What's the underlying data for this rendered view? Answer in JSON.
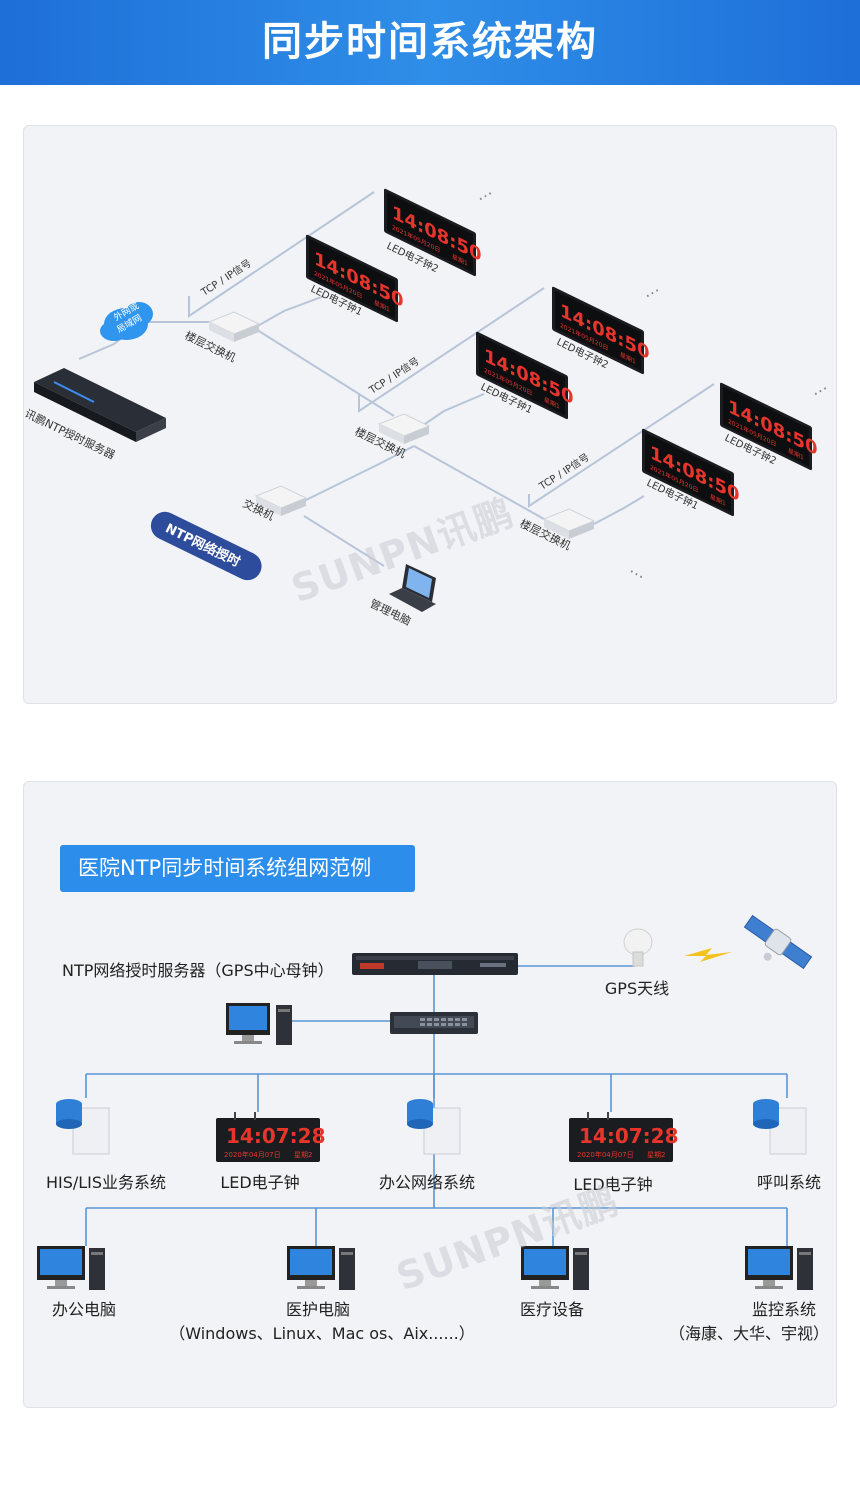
{
  "header": {
    "title": "同步时间系统架构"
  },
  "diagram1": {
    "server_label": "讯鹏NTP授时服务器",
    "cloud_label_1": "外网或",
    "cloud_label_2": "局域网",
    "ntp_badge": "NTP网络授时",
    "switch_labels": [
      "楼层交换机",
      "楼层交换机",
      "楼层交换机",
      "交换机"
    ],
    "tcp_label": "TCP / IP信号",
    "clock_time": "14:08:50",
    "clock_date": "2021年05月20日",
    "clock_week": "星期1",
    "led_clock_labels": [
      "LED电子钟1",
      "LED电子钟2"
    ],
    "pc_label": "管理电脑",
    "more": "…",
    "watermark": "SUNPN讯鹏"
  },
  "diagram2": {
    "banner": "医院NTP同步时间系统组网范例",
    "server_label": "NTP网络授时服务器（GPS中心母钟）",
    "gps_label": "GPS天线",
    "row1": [
      "HIS/LIS业务系统",
      "LED电子钟",
      "办公网络系统",
      "LED电子钟",
      "呼叫系统"
    ],
    "row2": [
      "办公电脑",
      "医护电脑",
      "医疗设备",
      "监控系统"
    ],
    "row2_sub": [
      "（Windows、Linux、Mac os、Aix......）",
      "（海康、大华、宇视）"
    ],
    "clock_time": "14:07:28",
    "clock_date": "2020年04月07日",
    "clock_week": "星期2",
    "watermark": "SUNPN讯鹏"
  }
}
